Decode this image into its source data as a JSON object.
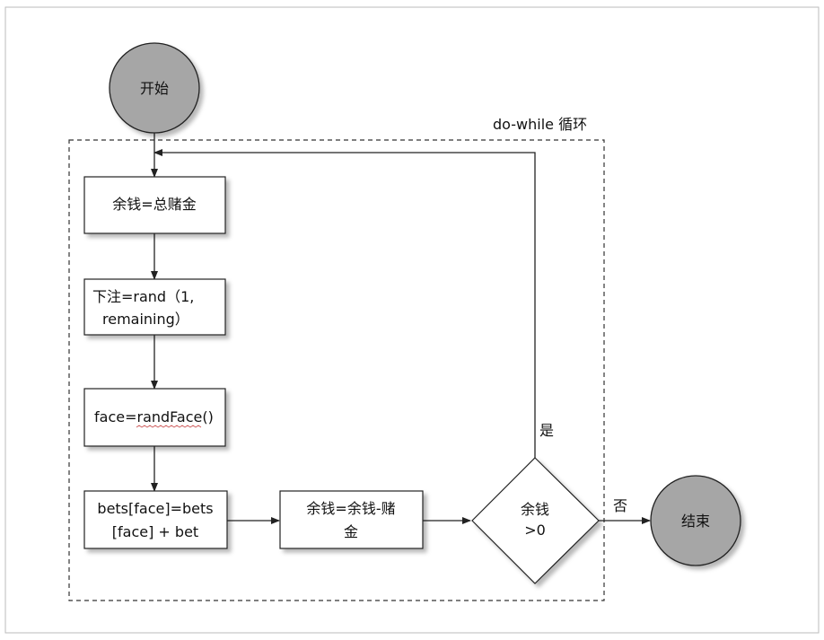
{
  "diagram": {
    "loop_label": "do-while 循环",
    "nodes": {
      "start": "开始",
      "init": "余钱=总赌金",
      "bet_line1": "下注=rand（1,",
      "bet_line2": "remaining）",
      "face": "face=randFace()",
      "bets_line1": "bets[face]=bets",
      "bets_line2": "[face] + bet",
      "deduct_line1": "余钱=余钱-赌",
      "deduct_line2": "金",
      "cond_line1": "余钱",
      "cond_line2": ">0",
      "end": "结束"
    },
    "edges": {
      "yes": "是",
      "no": "否"
    }
  },
  "colors": {
    "terminal_fill": "#a6a6a6",
    "stroke": "#222222",
    "box_fill": "#ffffff"
  }
}
